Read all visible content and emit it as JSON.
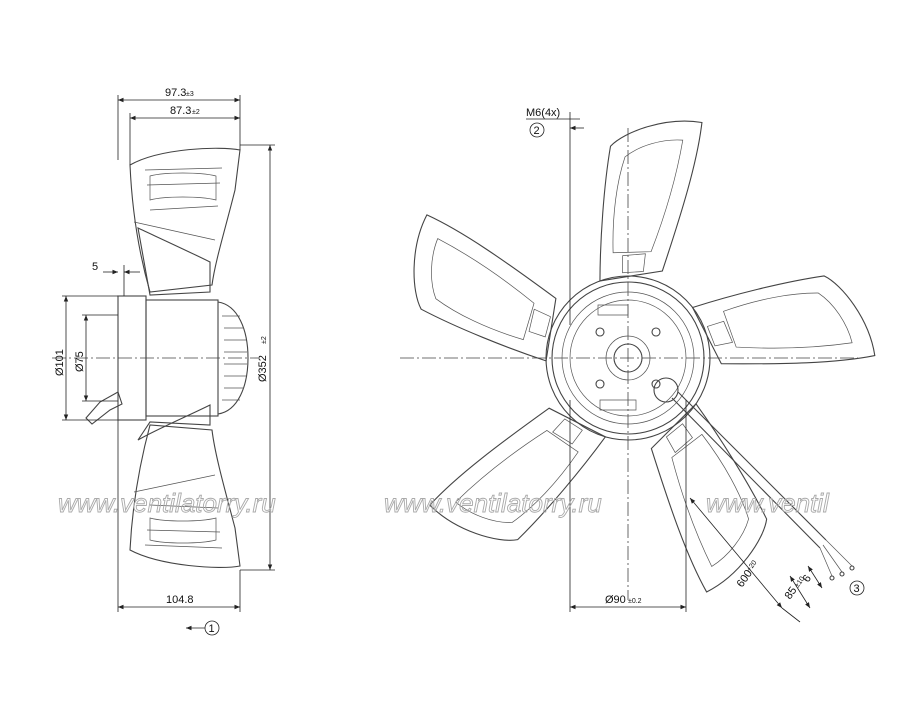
{
  "colors": {
    "line": "#444444",
    "watermark": "#aaaaaa",
    "background": "#ffffff"
  },
  "side_view": {
    "dim_top_outer": {
      "value": "97.3",
      "tol": "±3"
    },
    "dim_top_inner": {
      "value": "87.3",
      "tol": "±2"
    },
    "dim_offset": "5",
    "dim_d101": "Ø101",
    "dim_d75": "Ø75",
    "dim_d352": {
      "value": "Ø352",
      "tol": "±2"
    },
    "dim_bottom": "104.8",
    "callout_1": "1"
  },
  "front_view": {
    "thread_label": "M6(4x)",
    "callout_2": "2",
    "dim_d90": {
      "value": "Ø90",
      "tol": "±0.2"
    },
    "cable_length": {
      "value": "600",
      "tol": "+20"
    },
    "strip_length": {
      "value": "85",
      "tol": "±10"
    },
    "wire_end": "6",
    "callout_3": "3"
  },
  "watermark": {
    "left": "www.ventilatorry.ru",
    "middle": "www.ventilatorry.ru",
    "right": "www.ventil"
  }
}
